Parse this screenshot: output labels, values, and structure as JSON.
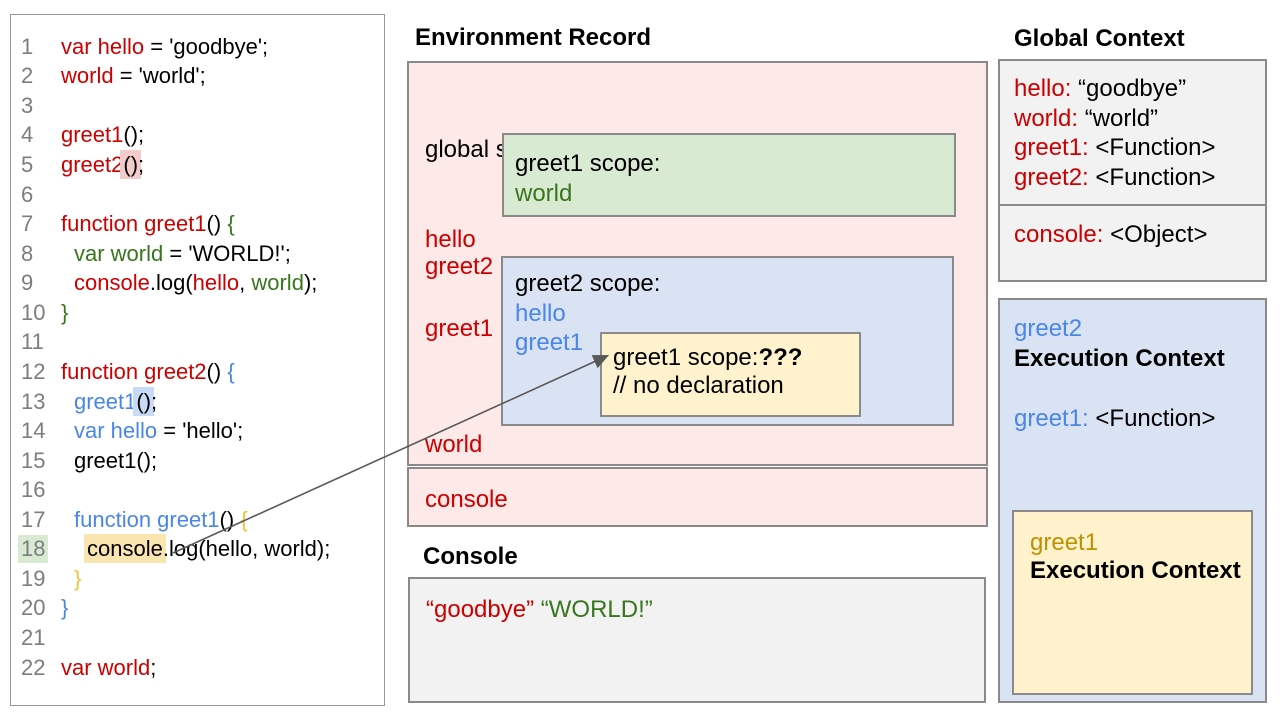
{
  "colors": {
    "red": "#cc0000",
    "green": "#38761d",
    "blue": "#4a86e8",
    "gold": "#bf9000",
    "lightgold": "#f1c232",
    "black": "#000000",
    "line_number_gray": "#7d7d7d",
    "hl_pink": "#f4cccc",
    "hl_blue": "#c9daf8",
    "hl_yellow": "#fae5b1",
    "hl_green": "#d9ead3",
    "fill_pink": "#fce9e8",
    "fill_green": "#d9ead3",
    "fill_blue": "#dae3f3",
    "fill_yellow": "#fff2cc",
    "fill_gray": "#f2f2f2",
    "border_gray": "#8a8a8a",
    "arrow": "#595959"
  },
  "code_panel": {
    "lines": [
      {
        "num": "1",
        "indent": 0,
        "tokens": [
          {
            "t": "var hello",
            "c": "red"
          },
          {
            "t": " = 'goodbye';",
            "c": "black"
          }
        ]
      },
      {
        "num": "2",
        "indent": 0,
        "tokens": [
          {
            "t": "world",
            "c": "red"
          },
          {
            "t": " = 'world';",
            "c": "black"
          }
        ]
      },
      {
        "num": "3",
        "indent": 0,
        "tokens": []
      },
      {
        "num": "4",
        "indent": 0,
        "tokens": [
          {
            "t": "greet1",
            "c": "red"
          },
          {
            "t": "();",
            "c": "black"
          }
        ]
      },
      {
        "num": "5",
        "indent": 0,
        "tokens": [
          {
            "t": "greet2",
            "c": "red"
          },
          {
            "t": "()",
            "c": "black",
            "hl": "hl_pink"
          },
          {
            "t": ";",
            "c": "black"
          }
        ]
      },
      {
        "num": "6",
        "indent": 0,
        "tokens": []
      },
      {
        "num": "7",
        "indent": 0,
        "tokens": [
          {
            "t": "function greet1",
            "c": "red"
          },
          {
            "t": "() ",
            "c": "black"
          },
          {
            "t": "{",
            "c": "green"
          }
        ]
      },
      {
        "num": "8",
        "indent": 1,
        "tokens": [
          {
            "t": "var world",
            "c": "green"
          },
          {
            "t": " = 'WORLD!';",
            "c": "black"
          }
        ]
      },
      {
        "num": "9",
        "indent": 1,
        "tokens": [
          {
            "t": "console",
            "c": "red"
          },
          {
            "t": ".log(",
            "c": "black"
          },
          {
            "t": "hello",
            "c": "red"
          },
          {
            "t": ", ",
            "c": "black"
          },
          {
            "t": "world",
            "c": "green"
          },
          {
            "t": ");",
            "c": "black"
          }
        ]
      },
      {
        "num": "10",
        "indent": 0,
        "tokens": [
          {
            "t": "}",
            "c": "green"
          }
        ]
      },
      {
        "num": "11",
        "indent": 0,
        "tokens": []
      },
      {
        "num": "12",
        "indent": 0,
        "tokens": [
          {
            "t": "function greet2",
            "c": "red"
          },
          {
            "t": "() ",
            "c": "black"
          },
          {
            "t": "{",
            "c": "blue"
          }
        ]
      },
      {
        "num": "13",
        "indent": 1,
        "tokens": [
          {
            "t": "greet1",
            "c": "blue"
          },
          {
            "t": "()",
            "c": "black",
            "hl": "hl_blue"
          },
          {
            "t": ";",
            "c": "black"
          }
        ]
      },
      {
        "num": "14",
        "indent": 1,
        "tokens": [
          {
            "t": "var hello",
            "c": "blue"
          },
          {
            "t": " = 'hello';",
            "c": "black"
          }
        ]
      },
      {
        "num": "15",
        "indent": 1,
        "tokens": [
          {
            "t": "greet1();",
            "c": "black"
          }
        ]
      },
      {
        "num": "16",
        "indent": 0,
        "tokens": []
      },
      {
        "num": "17",
        "indent": 1,
        "tokens": [
          {
            "t": "function greet1",
            "c": "blue"
          },
          {
            "t": "() ",
            "c": "black"
          },
          {
            "t": "{",
            "c": "lightgold"
          }
        ]
      },
      {
        "num": "18",
        "indent": 2,
        "num_hl": "hl_green",
        "tokens": [
          {
            "t": "console",
            "c": "black",
            "hl": "hl_yellow"
          },
          {
            "t": ".log(hello, world);",
            "c": "black"
          }
        ]
      },
      {
        "num": "19",
        "indent": 1,
        "tokens": [
          {
            "t": "}",
            "c": "lightgold"
          }
        ]
      },
      {
        "num": "20",
        "indent": 0,
        "tokens": [
          {
            "t": "}",
            "c": "blue"
          }
        ]
      },
      {
        "num": "21",
        "indent": 0,
        "tokens": []
      },
      {
        "num": "22",
        "indent": 0,
        "tokens": [
          {
            "t": "var world",
            "c": "red"
          },
          {
            "t": ";",
            "c": "black"
          }
        ]
      }
    ]
  },
  "environment_record": {
    "title": "Environment Record",
    "global_scope": {
      "label": "global scope:",
      "vars_top": [
        "hello",
        "greet1"
      ],
      "var_mid": "greet2",
      "var_bottom": "world"
    },
    "greet1_scope": {
      "label": "greet1 scope:",
      "vars": [
        "world"
      ]
    },
    "greet2_scope": {
      "label": "greet2 scope:",
      "vars": [
        "hello",
        "greet1"
      ]
    },
    "inner_greet1_scope": {
      "label": "greet1 scope:",
      "unknown": "???",
      "comment": "// no declaration"
    },
    "console_row": "console"
  },
  "console_section": {
    "title": "Console",
    "output": [
      {
        "t": "“goodbye”",
        "c": "red"
      },
      {
        "t": " ",
        "c": "black"
      },
      {
        "t": "“WORLD!”",
        "c": "green"
      }
    ]
  },
  "global_context": {
    "title": "Global Context",
    "rows": [
      {
        "key": "hello:",
        "value": "“goodbye”"
      },
      {
        "key": "world:",
        "value": "“world”"
      },
      {
        "key": "greet1:",
        "value": "<Function>"
      },
      {
        "key": "greet2:",
        "value": "<Function>"
      }
    ],
    "console_row": {
      "key": "console:",
      "value": "<Object>"
    }
  },
  "greet2_execution_context": {
    "name": "greet2",
    "label": "Execution Context",
    "row": {
      "key": "greet1:",
      "value": "<Function>"
    },
    "inner": {
      "name": "greet1",
      "label": "Execution Context"
    }
  }
}
